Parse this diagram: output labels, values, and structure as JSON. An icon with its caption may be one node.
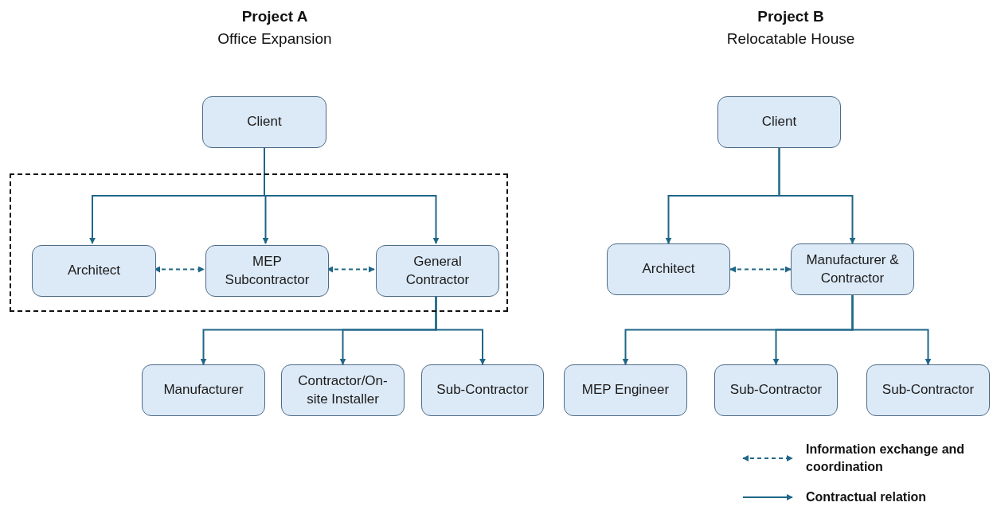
{
  "diagram": {
    "nodes": [
      {
        "text": [
          "Client"
        ]
      },
      {
        "text": [],
        "shape": "box"
      },
      {
        "text": [
          "Architect"
        ],
        "in": 1
      },
      {
        "text": [
          "MEP Subcontractor"
        ],
        "in": 1
      },
      {
        "text": [
          "General Contractor"
        ],
        "in": 1
      },
      {
        "text": [
          "Manufacturer"
        ]
      },
      {
        "text": [
          "Contractor/On-site Installer"
        ]
      },
      {
        "text": [
          "Sub-Contractor"
        ]
      },
      {
        "text": [
          "Client"
        ]
      },
      {
        "text": [
          "Architect"
        ]
      },
      {
        "text": [
          "Manufacturer & Contractor"
        ]
      },
      {
        "text": [
          "MEP Engineer"
        ]
      },
      {
        "text": [
          "Sub-Contractor"
        ]
      },
      {
        "text": [
          "Sub-Contractor"
        ]
      }
    ],
    "edges": [
      {
        "from": 0,
        "to": 2,
        "arrow": "to"
      },
      {
        "from": 0,
        "to": 3,
        "arrow": "to"
      },
      {
        "from": 0,
        "to": 4,
        "arrow": "to"
      },
      {
        "from": 2,
        "to": 3,
        "arrow": "both",
        "style": "dashed"
      },
      {
        "from": 3,
        "to": 4,
        "arrow": "both",
        "style": "dashed"
      },
      {
        "from": 4,
        "to": 5,
        "arrow": "to"
      },
      {
        "from": 4,
        "to": 6,
        "arrow": "to"
      },
      {
        "from": 4,
        "to": 7,
        "arrow": "to"
      },
      {
        "from": 8,
        "to": 9,
        "arrow": "to"
      },
      {
        "from": 8,
        "to": 10,
        "arrow": "to"
      },
      {
        "from": 9,
        "to": 10,
        "arrow": "both",
        "style": "dashed"
      },
      {
        "from": 10,
        "to": 11,
        "arrow": "to"
      },
      {
        "from": 10,
        "to": 12,
        "arrow": "to"
      },
      {
        "from": 10,
        "to": 13,
        "arrow": "to"
      }
    ],
    "labels": [
      "Project A",
      "Office Expansion",
      "Project B",
      "Relocatable House"
    ],
    "legend": [
      {
        "text": "Information exchange and coordination"
      },
      {
        "text": "Contractual relation"
      }
    ]
  }
}
